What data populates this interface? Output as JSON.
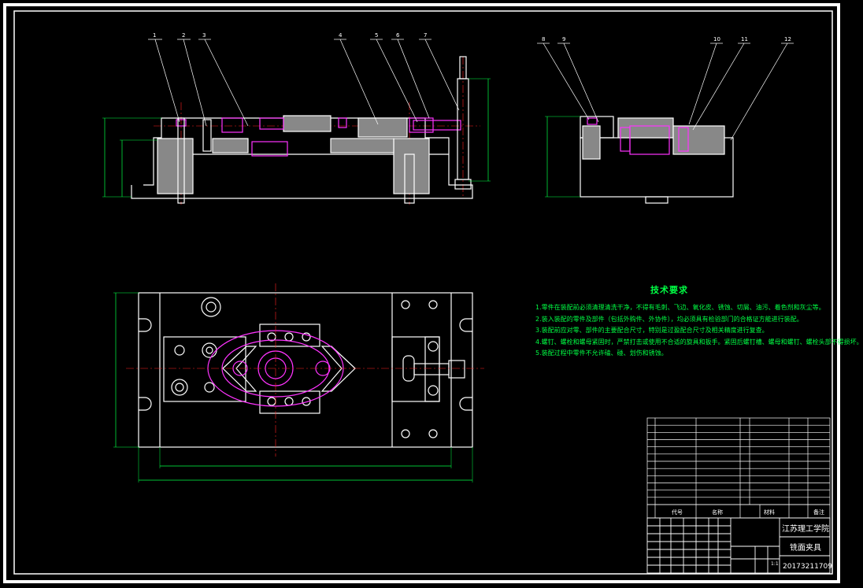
{
  "balloons": [
    "1",
    "2",
    "3",
    "4",
    "5",
    "6",
    "7",
    "8",
    "9",
    "10",
    "11",
    "12"
  ],
  "tech_requirements": {
    "title": "技术要求",
    "notes": [
      "1.零件在装配前必须清理清洗干净，不得有毛刺、飞边、氧化皮、锈蚀、切屑、油污、着色剂和灰尘等。",
      "2.装入装配的零件及部件（包括外购件、外协件），均必须具有检验部门的合格证方能进行装配。",
      "3.装配前应对零、部件的主要配合尺寸，特别是过盈配合尺寸及相关精度进行复查。",
      "4.螺钉、螺栓和螺母紧固时，严禁打击或使用不合适的旋具和扳手。紧固后螺钉槽、螺母和螺钉、螺栓头部不得损坏。",
      "5.装配过程中零件不允许磕、碰、划伤和锈蚀。"
    ]
  },
  "title_block": {
    "school": "江苏理工学院",
    "drawing_name": "铣面夹具",
    "drawing_number": "20173211709",
    "scale": "1:1",
    "header": {
      "code": "代号",
      "name": "名称",
      "material": "材料",
      "remark": "备注"
    }
  }
}
